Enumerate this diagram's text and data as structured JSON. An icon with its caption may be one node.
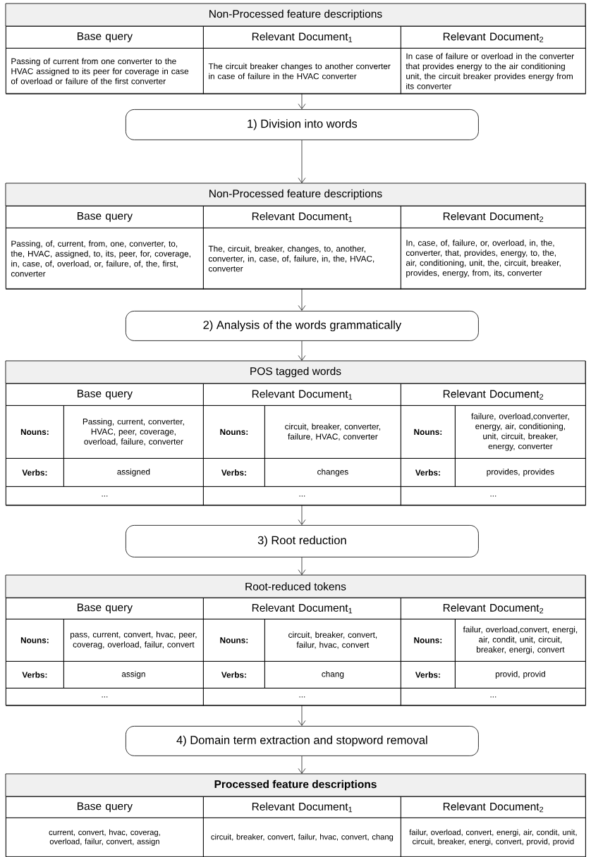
{
  "diagram": {
    "nodes": [
      {
        "text": [
          "Non-Processed feature descriptions"
        ]
      },
      {
        "text": [
          "Base query"
        ],
        "in": 0
      },
      {
        "text": [
          "Relevant Document$_{1}$"
        ],
        "in": 0
      },
      {
        "text": [
          "Relevant Document$_{2}$"
        ],
        "in": 0
      },
      {
        "text": [
          "Passing of current from one converter to the HVAC assigned to its peer for coverage in case of overload or failure of the first converter"
        ],
        "in": 0
      },
      {
        "text": [
          "The circuit breaker changes to another converter in case of failure in the HVAC converter"
        ],
        "in": 0
      },
      {
        "text": [
          "In case of failure or overload in the converter that provides energy to the air conditioning unit, the circuit breaker provides energy from its converter"
        ],
        "in": 0
      },
      {
        "text": [
          "1) Division into words"
        ]
      },
      {
        "text": [
          "Non-Processed feature descriptions"
        ]
      },
      {
        "text": [
          "Base query"
        ],
        "in": 8
      },
      {
        "text": [
          "Relevant Document$_{1}$"
        ],
        "in": 8
      },
      {
        "text": [
          "Relevant Document$_{2}$"
        ],
        "in": 8
      },
      {
        "text": [
          "Passing, of, current, from, one, converter, to, the, HVAC, assigned, to, its, peer, for, coverage, in, case, of, overload, or, failure, of, the, first, converter"
        ],
        "in": 8
      },
      {
        "text": [
          "The, circuit, breaker, changes, to, another, converter, in, case, of, failure, in, the, HVAC, converter"
        ],
        "in": 8
      },
      {
        "text": [
          "In, case, of, failure, or, overload, in, the, converter, that, provides, energy, to, the, air, conditioning, unit, the, circuit, breaker, provides, energy, from, its, converter"
        ],
        "in": 8
      },
      {
        "text": [
          "2) Analysis of the words grammatically"
        ]
      },
      {
        "text": [
          "POS tagged words"
        ]
      },
      {
        "text": [
          "Base query"
        ],
        "in": 16
      },
      {
        "text": [
          "Relevant Document$_{1}$"
        ],
        "in": 16
      },
      {
        "text": [
          "Relevant Document$_{2}$"
        ],
        "in": 16
      },
      {
        "text": [
          "Nouns:"
        ],
        "in": 16
      },
      {
        "text": [
          "Passing, current, converter, HVAC, peer, coverage, overload, failure, converter"
        ],
        "in": 16
      },
      {
        "text": [
          "Nouns:"
        ],
        "in": 16
      },
      {
        "text": [
          "circuit, breaker, converter, failure, HVAC, converter"
        ],
        "in": 16
      },
      {
        "text": [
          "Nouns:"
        ],
        "in": 16
      },
      {
        "text": [
          "failure, overload,converter, energy, air, conditioning, unit, circuit, breaker, energy, converter"
        ],
        "in": 16
      },
      {
        "text": [
          "Verbs:"
        ],
        "in": 16
      },
      {
        "text": [
          "assigned"
        ],
        "in": 16
      },
      {
        "text": [
          "Verbs:"
        ],
        "in": 16
      },
      {
        "text": [
          "changes"
        ],
        "in": 16
      },
      {
        "text": [
          "Verbs:"
        ],
        "in": 16
      },
      {
        "text": [
          "provides, provides"
        ],
        "in": 16
      },
      {
        "text": [
          "..."
        ],
        "in": 16
      },
      {
        "text": [
          "..."
        ],
        "in": 16
      },
      {
        "text": [
          "..."
        ],
        "in": 16
      },
      {
        "text": [
          "3) Root reduction"
        ]
      },
      {
        "text": [
          "Root-reduced tokens"
        ]
      },
      {
        "text": [
          "Base query"
        ],
        "in": 36
      },
      {
        "text": [
          "Relevant Document$_{1}$"
        ],
        "in": 36
      },
      {
        "text": [
          "Relevant Document$_{2}$"
        ],
        "in": 36
      },
      {
        "text": [
          "Nouns:"
        ],
        "in": 36
      },
      {
        "text": [
          "pass, current, convert, hvac, peer, coverag, overload, failur, convert"
        ],
        "in": 36
      },
      {
        "text": [
          "Nouns:"
        ],
        "in": 36
      },
      {
        "text": [
          "circuit, breaker, convert, failur, hvac, convert"
        ],
        "in": 36
      },
      {
        "text": [
          "Nouns:"
        ],
        "in": 36
      },
      {
        "text": [
          "failur, overload,convert, energi, air, condit, unit, circuit, breaker, energi, convert"
        ],
        "in": 36
      },
      {
        "text": [
          "Verbs:"
        ],
        "in": 36
      },
      {
        "text": [
          "assign"
        ],
        "in": 36
      },
      {
        "text": [
          "Verbs:"
        ],
        "in": 36
      },
      {
        "text": [
          "chang"
        ],
        "in": 36
      },
      {
        "text": [
          "Verbs:"
        ],
        "in": 36
      },
      {
        "text": [
          "provid, provid"
        ],
        "in": 36
      },
      {
        "text": [
          "..."
        ],
        "in": 36
      },
      {
        "text": [
          "..."
        ],
        "in": 36
      },
      {
        "text": [
          "..."
        ],
        "in": 36
      },
      {
        "text": [
          "4) Domain term extraction and stopword removal"
        ]
      },
      {
        "text": [
          "Processed feature descriptions"
        ]
      },
      {
        "text": [
          "Base query"
        ],
        "in": 56
      },
      {
        "text": [
          "Relevant Document$_{1}$"
        ],
        "in": 56
      },
      {
        "text": [
          "Relevant Document$_{2}$"
        ],
        "in": 56
      },
      {
        "text": [
          "current, convert, hvac, coverag, overload, failur, convert, assign"
        ],
        "in": 56
      },
      {
        "text": [
          "circuit, breaker, convert, failur, hvac, convert, chang"
        ],
        "in": 56
      },
      {
        "text": [
          "failur, overload, convert, energi, air, condit, unit, circuit, breaker, energi, convert, provid, provid"
        ],
        "in": 56
      }
    ],
    "edges": [
      {
        "from": 0,
        "to": 7,
        "arrow": "to"
      },
      {
        "from": 7,
        "to": 8,
        "arrow": "to"
      },
      {
        "from": 8,
        "to": 15,
        "arrow": "to"
      },
      {
        "from": 15,
        "to": 16,
        "arrow": "to"
      },
      {
        "from": 16,
        "to": 35,
        "arrow": "to"
      },
      {
        "from": 35,
        "to": 36,
        "arrow": "to"
      },
      {
        "from": 36,
        "to": 55,
        "arrow": "to"
      },
      {
        "from": 55,
        "to": 56,
        "arrow": "to"
      }
    ]
  }
}
